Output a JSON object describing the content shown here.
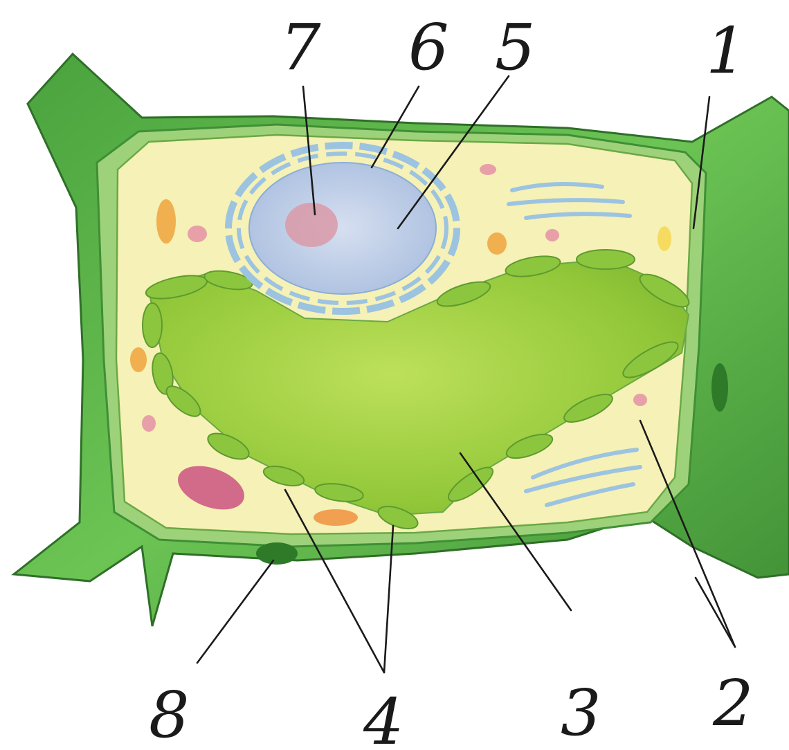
{
  "diagram": {
    "subject": "plant cell",
    "labels": [
      {
        "id": "1",
        "text": "1"
      },
      {
        "id": "2",
        "text": "2"
      },
      {
        "id": "3",
        "text": "3"
      },
      {
        "id": "4",
        "text": "4"
      },
      {
        "id": "5",
        "text": "5"
      },
      {
        "id": "6",
        "text": "6"
      },
      {
        "id": "7",
        "text": "7"
      },
      {
        "id": "8",
        "text": "8"
      }
    ],
    "colors": {
      "cell_wall": "#5fb84a",
      "cell_wall_dark": "#3f8f35",
      "cytoplasm": "#f6f1b6",
      "vacuole": "#9ccc3c",
      "chloroplast": "#8cc63f",
      "nucleus": "#b8c8e8",
      "nucleolus": "#d99aa8",
      "er": "#9cc3e0"
    }
  }
}
